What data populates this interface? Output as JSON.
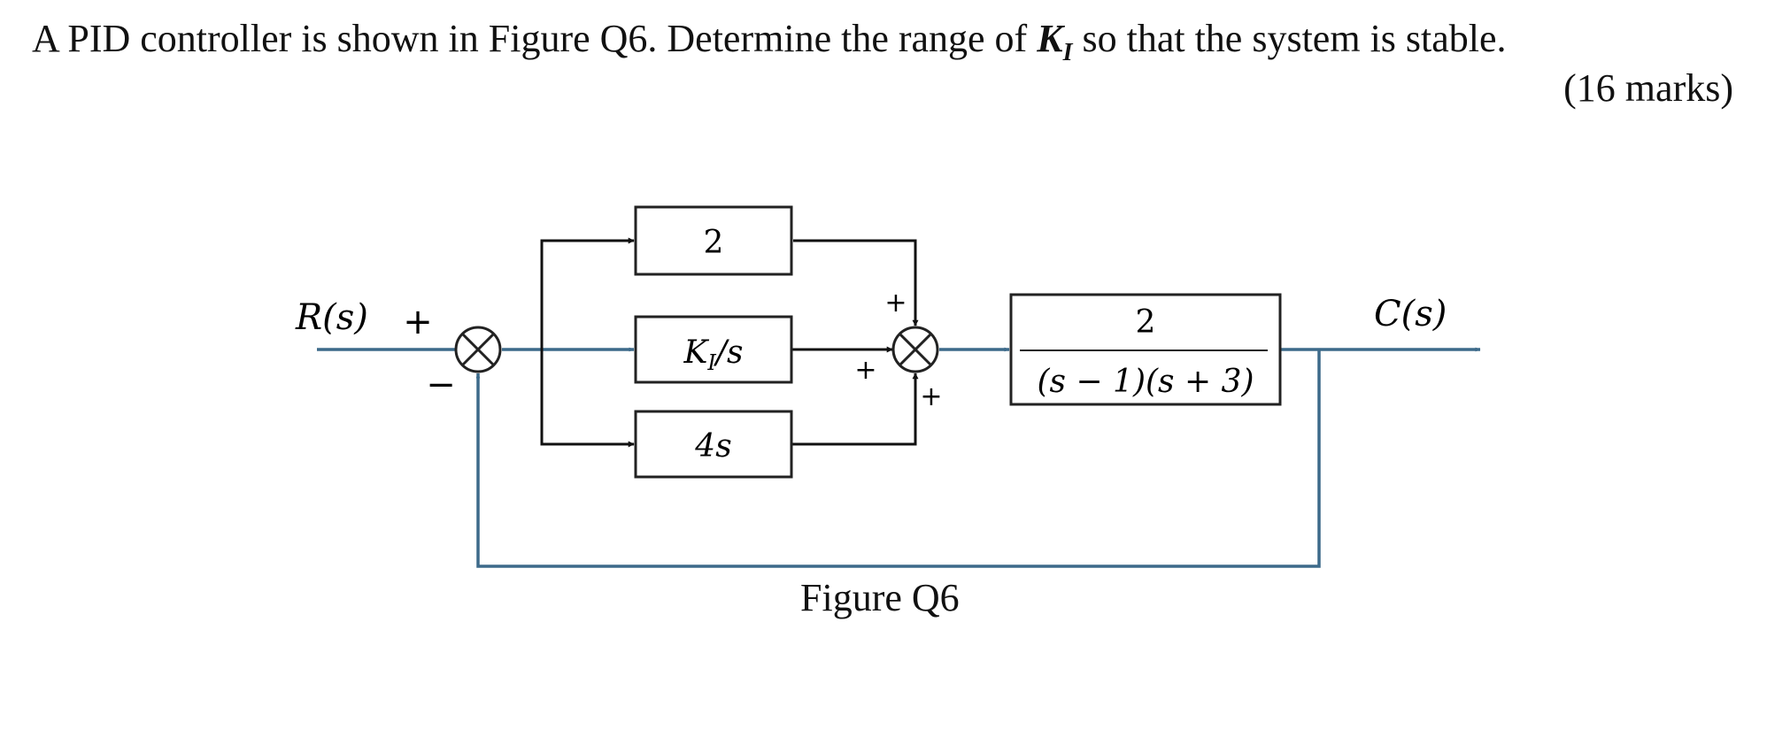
{
  "question": {
    "text_before": "A PID controller is shown in Figure Q6. Determine the range of ",
    "k_symbol": "K",
    "k_subscript": "I",
    "text_after": " so that the system is stable.",
    "marks": "(16 marks)"
  },
  "diagram": {
    "input_label": "R(s)",
    "output_label": "C(s)",
    "summing_junction_1": {
      "plus_sign": "+",
      "minus_sign": "−"
    },
    "summing_junction_2": {
      "top_sign": "+",
      "left_sign": "+",
      "bottom_sign": "+"
    },
    "blocks": {
      "proportional": "2",
      "integral": {
        "symbol": "K",
        "subscript": "I",
        "suffix": "/s"
      },
      "derivative": "4s",
      "plant": {
        "numerator": "2",
        "denominator": "(s − 1)(s + 3)"
      }
    }
  },
  "caption": "Figure Q6",
  "colors": {
    "signal_line": "#3d6a8a",
    "branch_line": "#111111"
  }
}
